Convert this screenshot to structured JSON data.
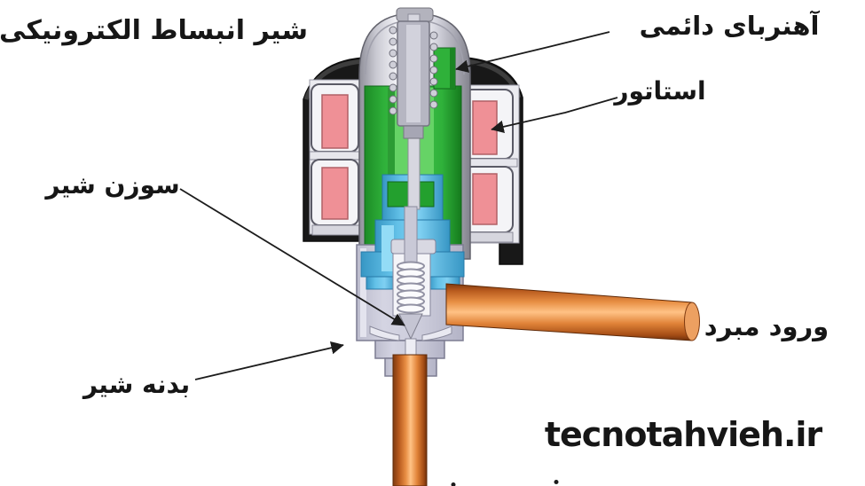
{
  "diagram": {
    "title": "شیر انبساط الکترونیکی",
    "labels": {
      "permanent_magnet": "آهنربای دائمی",
      "stator": "استاتور",
      "valve_needle": "سوزن شیر",
      "valve_body": "بدنه شیر",
      "refrigerant_inlet": "ورود مبرد"
    },
    "watermark": "tecnotahvieh.ir",
    "colors": {
      "label_text": "#161616",
      "watermark_red": "#cc2529",
      "magnet_green": "#2fb13a",
      "rotor_green_light": "#66d366",
      "stator_coil_pink": "#ef9096",
      "nut_blue": "#5cbde6",
      "housing_black": "#181818",
      "valve_body_gray": "#ccccdb",
      "copper_pipe": "#d4732c",
      "chrome_can": "#d9d9e2"
    }
  }
}
